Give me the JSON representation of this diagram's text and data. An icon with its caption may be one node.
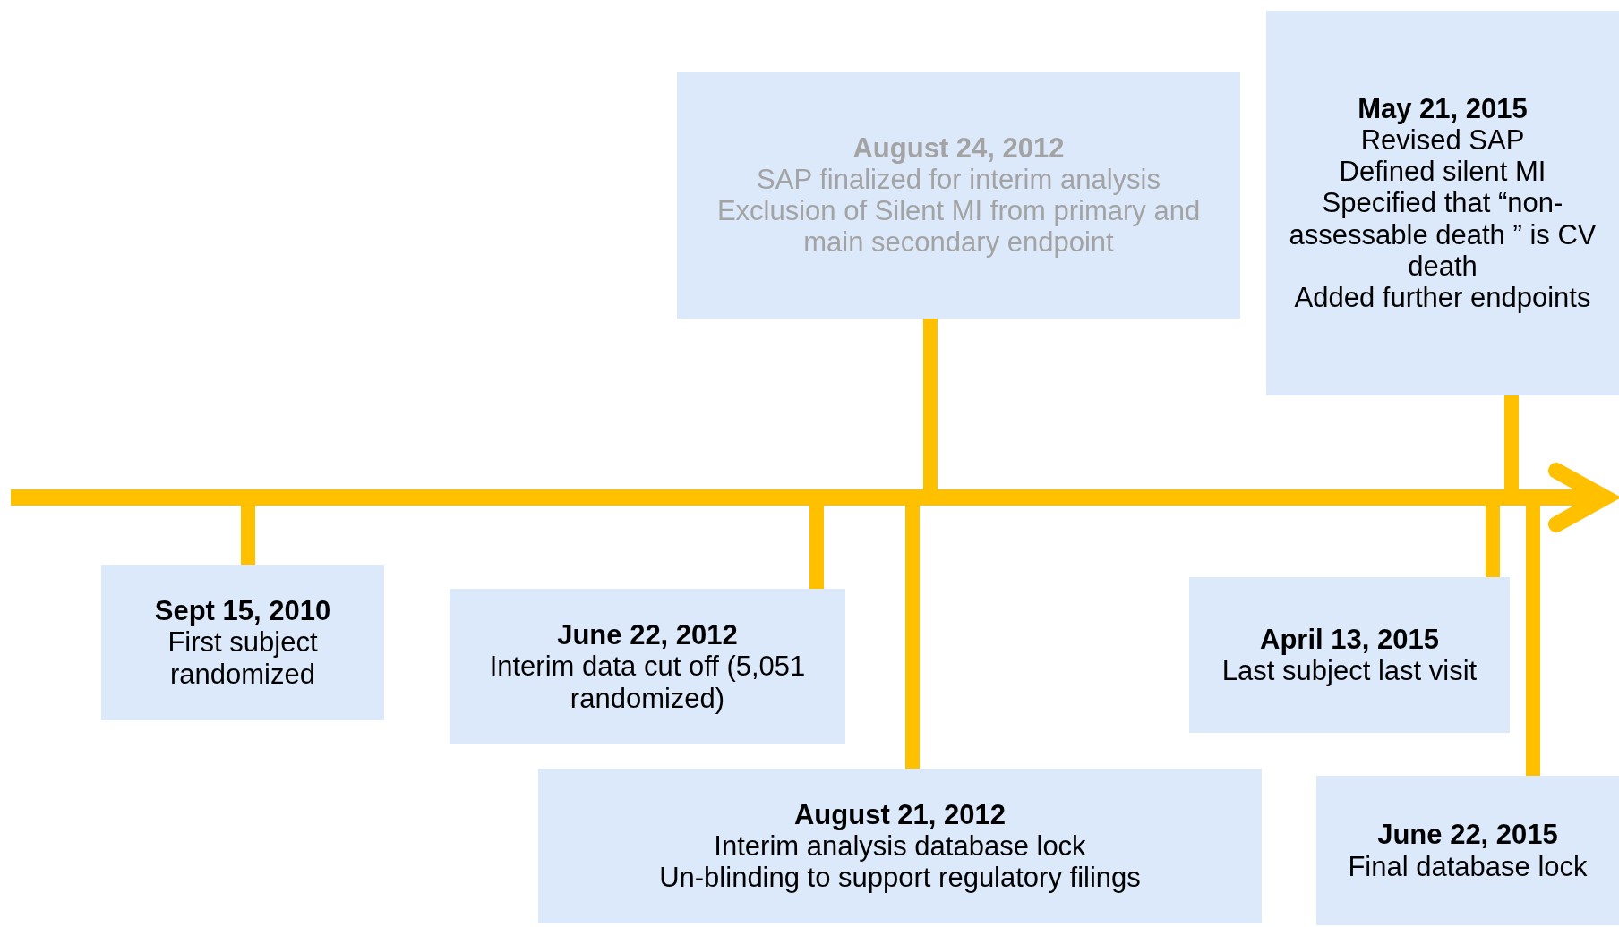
{
  "diagram": {
    "nodes": [
      {
        "text": [
          "August 24, 2012",
          "SAP finalized for interim analysis",
          "Exclusion of Silent MI from primary and main secondary endpoint"
        ]
      },
      {
        "text": [
          "May 21, 2015",
          "Revised SAP",
          "Defined silent MI",
          "Specified that “non-assessable death ” is CV death",
          "Added further endpoints"
        ]
      },
      {
        "text": [],
        "shape": "bar"
      },
      {
        "text": [
          "Sept 15, 2010",
          "First subject randomized"
        ]
      },
      {
        "text": [
          "June 22, 2012",
          "Interim data cut off (5,051 randomized)"
        ]
      },
      {
        "text": [
          "April 13, 2015",
          "Last subject last visit"
        ]
      },
      {
        "text": [
          "August 21, 2012",
          "Interim analysis database lock",
          "Un-blinding to support regulatory filings"
        ]
      },
      {
        "text": [
          "June 22, 2015",
          "Final database lock"
        ]
      }
    ],
    "edges": [
      {
        "from": 0,
        "to": 2,
        "arrow": "none"
      },
      {
        "from": 1,
        "to": 2,
        "arrow": "none"
      },
      {
        "from": 3,
        "to": 2,
        "arrow": "none"
      },
      {
        "from": 4,
        "to": 2,
        "arrow": "none"
      },
      {
        "from": 5,
        "to": 2,
        "arrow": "none"
      },
      {
        "from": 6,
        "to": 2,
        "arrow": "none"
      },
      {
        "from": 7,
        "to": 2,
        "arrow": "none"
      }
    ]
  }
}
